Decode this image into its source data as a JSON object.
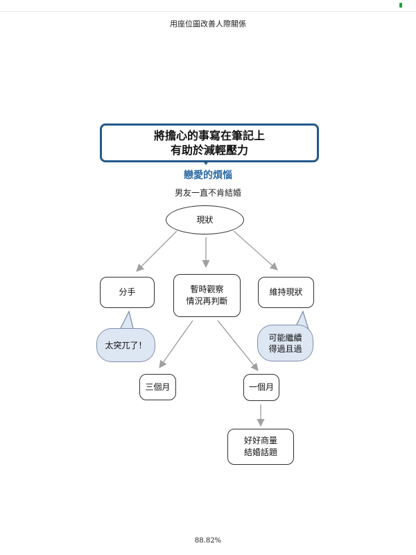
{
  "page": {
    "title": "用座位圖改善人際關係",
    "zoom": "88.82%"
  },
  "banner": {
    "line1": "將擔心的事寫在筆記上",
    "line2": "有助於減輕壓力"
  },
  "diagram": {
    "subtitle": "戀愛的煩惱",
    "caption": "男友一直不肯結婚",
    "nodes": {
      "status": "現狀",
      "breakup": "分手",
      "observe_l1": "暫時觀察",
      "observe_l2": "情況再判斷",
      "maintain": "維持現狀",
      "three_months": "三個月",
      "one_month": "一個月",
      "discuss_l1": "好好商量",
      "discuss_l2": "結婚話題"
    },
    "bubbles": {
      "sudden": "太突兀了！",
      "continue_l1": "可能繼續",
      "continue_l2": "得過且過"
    }
  },
  "colors": {
    "banner_border": "#23598a",
    "subtitle": "#2c6aa3",
    "bubble_fill": "#dde6f3",
    "arrow": "#a0a0a0"
  }
}
